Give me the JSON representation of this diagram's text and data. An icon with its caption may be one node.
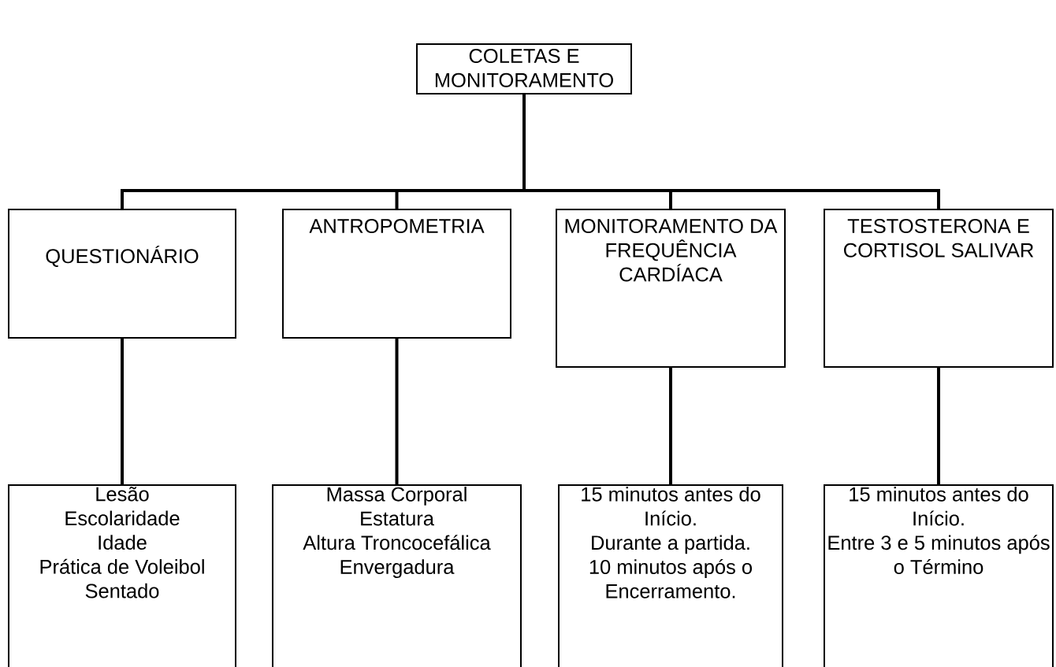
{
  "diagram": {
    "nodes": [
      {
        "text": [
          "COLETAS E MONITORAMENTO"
        ]
      },
      {
        "text": [
          "QUESTIONÁRIO"
        ]
      },
      {
        "text": [
          "ANTROPOMETRIA"
        ]
      },
      {
        "text": [
          "MONITORAMENTO DA FREQUÊNCIA CARDÍACA"
        ]
      },
      {
        "text": [
          "TESTOSTERONA E CORTISOL SALIVAR"
        ]
      },
      {
        "text": [
          "Lesão",
          "Escolaridade",
          "Idade",
          "Prática de Voleibol Sentado"
        ]
      },
      {
        "text": [
          "Massa Corporal",
          "Estatura",
          "Altura Troncocefálica",
          "Envergadura"
        ]
      },
      {
        "text": [
          "15 minutos antes do Início.",
          "Durante a partida.",
          "10 minutos após o Encerramento."
        ]
      },
      {
        "text": [
          "15 minutos antes do Início.",
          "Entre 3 e 5 minutos após o Término"
        ]
      }
    ],
    "edges": [
      {
        "from": 0,
        "to": 1,
        "arrow": "none"
      },
      {
        "from": 0,
        "to": 2,
        "arrow": "none"
      },
      {
        "from": 0,
        "to": 3,
        "arrow": "none"
      },
      {
        "from": 0,
        "to": 4,
        "arrow": "none"
      },
      {
        "from": 1,
        "to": 5,
        "arrow": "none"
      },
      {
        "from": 2,
        "to": 6,
        "arrow": "none"
      },
      {
        "from": 3,
        "to": 7,
        "arrow": "none"
      },
      {
        "from": 4,
        "to": 8,
        "arrow": "none"
      }
    ]
  }
}
